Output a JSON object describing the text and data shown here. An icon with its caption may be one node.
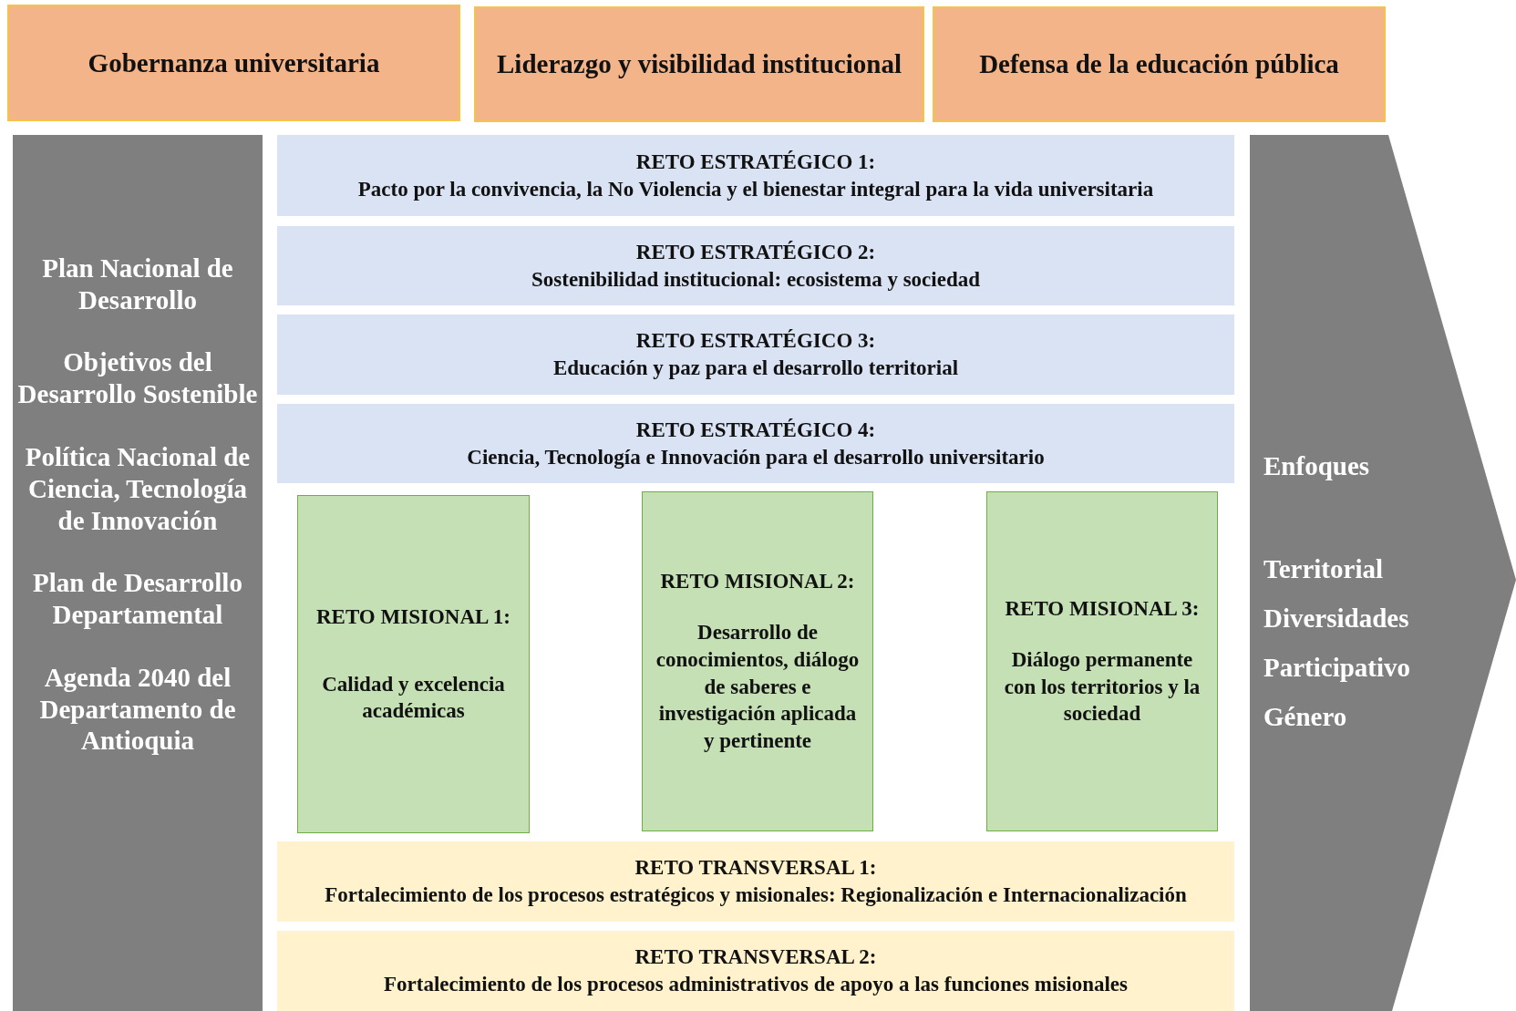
{
  "diagram": {
    "nodes": [
      {
        "text": [
          "Gobernanza universitaria"
        ]
      },
      {
        "text": [
          "Liderazgo y visibilidad institucional"
        ]
      },
      {
        "text": [
          "Defensa de la educación pública"
        ]
      },
      {
        "text": [
          "Plan Nacional de Desarrollo",
          "Objetivos del Desarrollo Sostenible",
          "Política Nacional de Ciencia, Tecnología de Innovación",
          "Plan de Desarrollo Departamental",
          "Agenda 2040 del Departamento de Antioquia"
        ]
      },
      {
        "text": [
          "RETO ESTRATÉGICO 1:",
          "Pacto por la convivencia, la No Violencia y el bienestar integral para la vida universitaria"
        ]
      },
      {
        "text": [
          "RETO ESTRATÉGICO 2:",
          "Sostenibilidad institucional: ecosistema y sociedad"
        ]
      },
      {
        "text": [
          "RETO ESTRATÉGICO 3:",
          "Educación y paz para el desarrollo territorial"
        ]
      },
      {
        "text": [
          "RETO ESTRATÉGICO 4:",
          "Ciencia, Tecnología e Innovación para el desarrollo universitario"
        ]
      },
      {
        "text": [
          "RETO MISIONAL 1:",
          "Calidad y excelencia académicas"
        ]
      },
      {
        "text": [
          "RETO MISIONAL 2:",
          "Desarrollo de conocimientos, diálogo de saberes e investigación aplicada y pertinente"
        ]
      },
      {
        "text": [
          "RETO MISIONAL 3:",
          "Diálogo permanente con los territorios y la sociedad"
        ]
      },
      {
        "text": [
          "RETO TRANSVERSAL 1:",
          "Fortalecimiento de los procesos estratégicos y misionales: Regionalización e Internacionalización"
        ]
      },
      {
        "text": [
          "RETO TRANSVERSAL 2:",
          "Fortalecimiento de los procesos administrativos de apoyo a las funciones misionales"
        ]
      },
      {
        "text": [
          "Enfoques",
          "Territorial",
          "Diversidades",
          "Participativo",
          "Género"
        ]
      }
    ]
  }
}
